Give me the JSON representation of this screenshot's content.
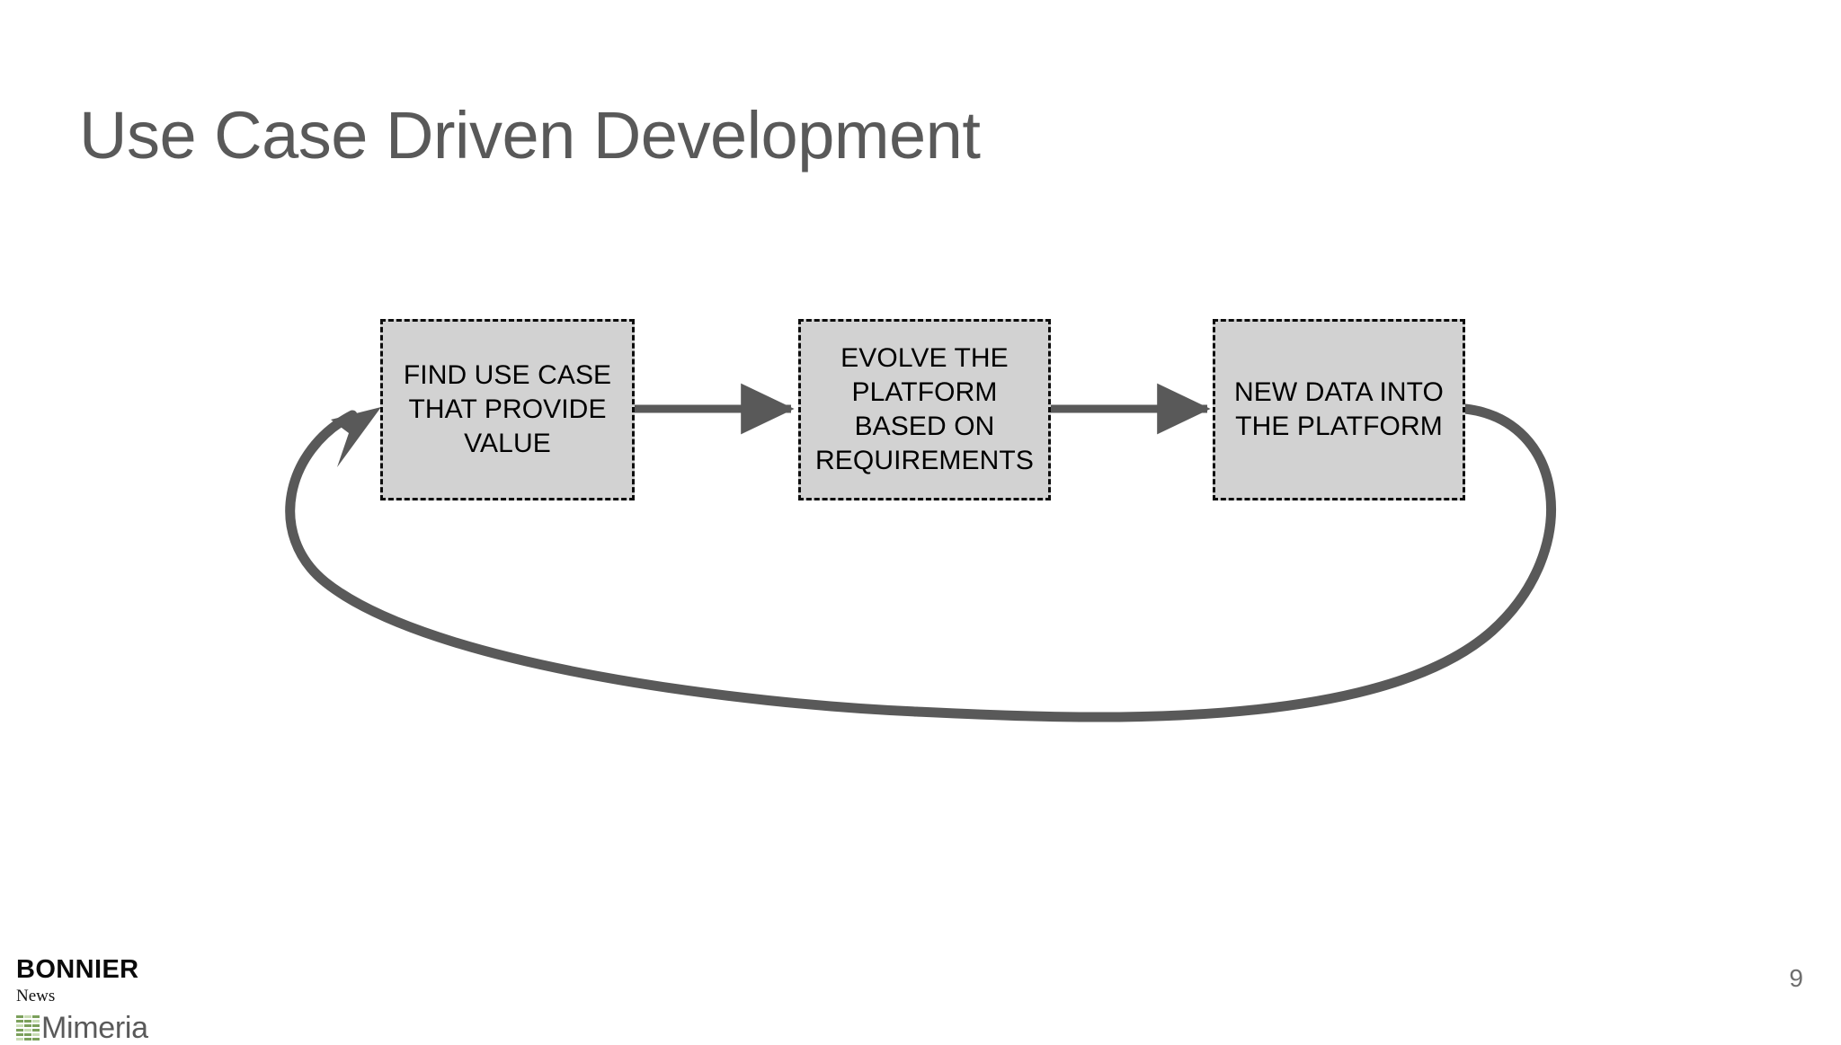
{
  "slide": {
    "title": "Use Case Driven Development",
    "page_number": "9",
    "title_color": "#595959",
    "background_color": "#ffffff"
  },
  "diagram": {
    "type": "cycle-flow",
    "box_fill_color": "#d2d2d2",
    "box_border_color": "#0d0d0d",
    "box_border_style": "dashed",
    "connector_color": "#595959",
    "boxes": [
      {
        "id": "find-use-case",
        "label": "FIND USE CASE\nTHAT PROVIDE\nVALUE"
      },
      {
        "id": "evolve-platform",
        "label": "EVOLVE THE\nPLATFORM\nBASED ON\nREQUIREMENTS"
      },
      {
        "id": "new-data",
        "label": "NEW DATA INTO\nTHE PLATFORM"
      }
    ],
    "connectors": [
      {
        "id": "arrow-1-to-2",
        "from": "find-use-case",
        "to": "evolve-platform",
        "shape": "straight"
      },
      {
        "id": "arrow-2-to-3",
        "from": "evolve-platform",
        "to": "new-data",
        "shape": "straight"
      },
      {
        "id": "arrow-3-to-1",
        "from": "new-data",
        "to": "find-use-case",
        "shape": "curved-loop"
      }
    ]
  },
  "footer": {
    "brand_line_1": "BONNIER",
    "brand_line_2": "News",
    "product_name": "Mimeria",
    "mark_color": "#7ba05b"
  }
}
